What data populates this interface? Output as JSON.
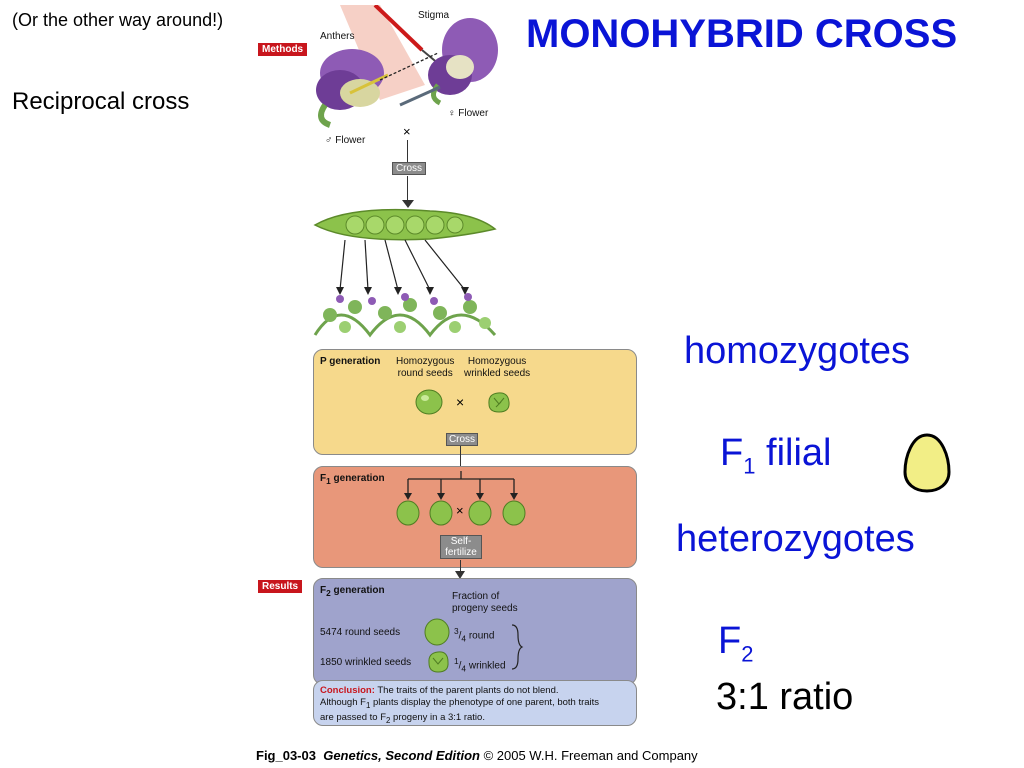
{
  "note": "(Or the other way around!)",
  "reciprocal": "Reciprocal cross",
  "title": "MONOHYBRID CROSS",
  "methods_tag": "Methods",
  "results_tag": "Results",
  "flower_labels": {
    "stigma": "Stigma",
    "anthers": "Anthers",
    "female_flower": "♀ Flower",
    "male_flower": "♂ Flower",
    "cross_symbol": "×",
    "cross_box": "Cross"
  },
  "p_generation": {
    "label": "P generation",
    "left_parent": "Homozygous\nround seeds",
    "right_parent": "Homozygous\nwrinkled seeds",
    "cross_symbol": "×",
    "cross_box": "Cross"
  },
  "f1_generation": {
    "label_prefix": "F",
    "label_sub": "1",
    "label_suffix": " generation",
    "cross_symbol": "×",
    "selffert_box": "Self-\nfertilize"
  },
  "f2_generation": {
    "label_prefix": "F",
    "label_sub": "2",
    "label_suffix": " generation",
    "fraction_header": "Fraction of\nprogeny seeds",
    "round_count": "5474 round seeds",
    "wrinkled_count": "1850 wrinkled seeds",
    "round_fraction_num": "3",
    "round_fraction_den": "4",
    "round_fraction_word": "round",
    "wrinkled_fraction_num": "1",
    "wrinkled_fraction_den": "4",
    "wrinkled_fraction_word": "wrinkled"
  },
  "conclusion": {
    "label": "Conclusion:",
    "line1": "The traits of the parent plants do not blend.",
    "line2a": "Although F",
    "line2sub": "1",
    "line2b": " plants display the phenotype of one parent, both traits",
    "line3a": "are passed to F",
    "line3sub": "2",
    "line3b": " progeny in a 3:1 ratio."
  },
  "right_panel": {
    "homozygotes": "homozygotes",
    "f1_prefix": "F",
    "f1_sub": "1",
    "f1_word": " filial",
    "heterozygotes": "heterozygotes",
    "f2_prefix": "F",
    "f2_sub": "2",
    "ratio": "3:1 ratio"
  },
  "caption": {
    "fig": "Fig_03-03",
    "book": "Genetics, Second Edition",
    "rest": " © 2005 W.H. Freeman and Company"
  },
  "colors": {
    "title_blue": "#0a14d6",
    "p_box": "#f6d98c",
    "f1_box": "#e8977a",
    "f2_box": "#9fa3cc",
    "conclusion_box": "#c7d3ee",
    "tag_red": "#c8161d",
    "seed_green": "#8cc24b"
  }
}
